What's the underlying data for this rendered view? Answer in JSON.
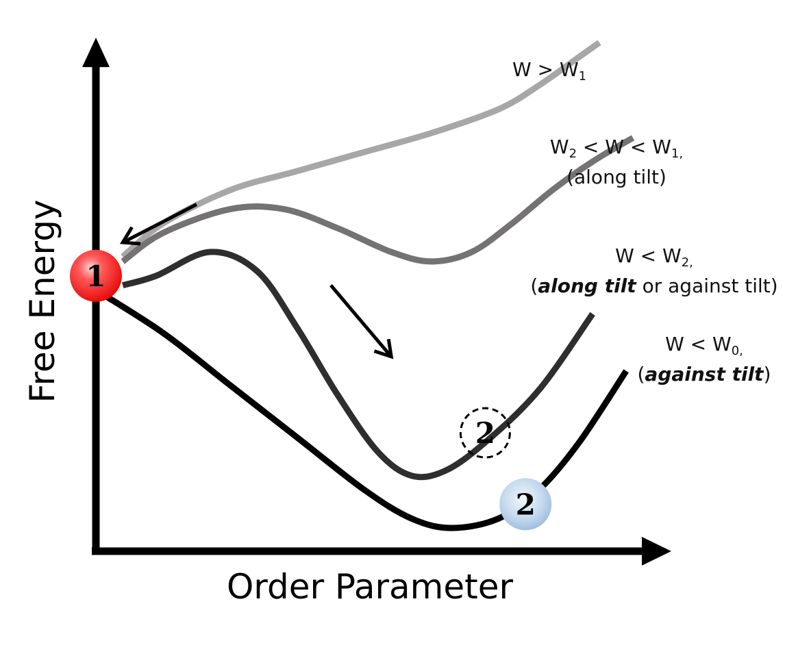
{
  "chart_data": {
    "type": "line",
    "title": "",
    "xlabel": "Order Parameter",
    "ylabel": "Free Energy",
    "xlim": [
      0,
      1
    ],
    "ylim": [
      0,
      1
    ],
    "grid": false,
    "ticks": "none",
    "series": [
      {
        "id": "w-gt-w1",
        "name": "W > W1",
        "color": "#a8a6a6",
        "x": [
          0.04,
          0.1,
          0.2,
          0.3,
          0.4,
          0.5,
          0.6,
          0.66,
          0.72,
          0.75
        ],
        "y": [
          0.59,
          0.66,
          0.73,
          0.77,
          0.81,
          0.85,
          0.9,
          0.95,
          1.01,
          1.04
        ]
      },
      {
        "id": "w2-lt-w-lt-w1",
        "name": "W2 < W < W1 (along tilt)",
        "color": "#757272",
        "x": [
          0.04,
          0.1,
          0.2,
          0.28,
          0.36,
          0.44,
          0.5,
          0.56,
          0.62,
          0.68,
          0.74,
          0.8
        ],
        "y": [
          0.58,
          0.64,
          0.69,
          0.69,
          0.65,
          0.6,
          0.58,
          0.6,
          0.66,
          0.73,
          0.79,
          0.84
        ]
      },
      {
        "id": "w-lt-w2",
        "name": "W < W2 (along tilt or against tilt)",
        "color": "#2e2e2e",
        "x": [
          0.04,
          0.09,
          0.17,
          0.24,
          0.3,
          0.36,
          0.42,
          0.47,
          0.52,
          0.58,
          0.66,
          0.74
        ],
        "y": [
          0.53,
          0.55,
          0.6,
          0.56,
          0.44,
          0.3,
          0.18,
          0.13,
          0.14,
          0.2,
          0.31,
          0.47
        ]
      },
      {
        "id": "w-lt-w0",
        "name": "W < W0 (against tilt)",
        "color": "#000000",
        "x": [
          0.0,
          0.1,
          0.2,
          0.3,
          0.4,
          0.47,
          0.53,
          0.6,
          0.66,
          0.72,
          0.79
        ],
        "y": [
          0.52,
          0.43,
          0.32,
          0.21,
          0.1,
          0.04,
          0.02,
          0.04,
          0.1,
          0.2,
          0.35
        ]
      }
    ],
    "annotations": [
      {
        "id": "label-w-gt-w1",
        "series": "w-gt-w1",
        "lines": [
          [
            "W > W",
            {
              "sub": "1"
            }
          ]
        ]
      },
      {
        "id": "label-w2-w-w1",
        "series": "w2-lt-w-lt-w1",
        "lines": [
          [
            "W",
            {
              "sub": "2"
            },
            " < W < W",
            {
              "sub": "1,"
            }
          ],
          [
            "(along tilt)"
          ]
        ]
      },
      {
        "id": "label-w-lt-w2",
        "series": "w-lt-w2",
        "lines": [
          [
            "W < W",
            {
              "sub": "2,"
            }
          ],
          [
            "(",
            {
              "bi": "along tilt"
            },
            " or against tilt)"
          ]
        ]
      },
      {
        "id": "label-w-lt-w0",
        "series": "w-lt-w0",
        "lines": [
          [
            "W < W",
            {
              "sub": "0,"
            }
          ],
          [
            "(",
            {
              "bi": "against tilt"
            },
            ")"
          ]
        ]
      }
    ],
    "markers": [
      {
        "id": "state-1",
        "label": "1",
        "style": "red-sphere",
        "x": 0.0,
        "y": 0.55
      },
      {
        "id": "state-2-metastable",
        "label": "2",
        "style": "dashed-circle",
        "x": 0.58,
        "y": 0.22
      },
      {
        "id": "state-2-stable",
        "label": "2",
        "style": "blue-sphere",
        "x": 0.64,
        "y": 0.07
      }
    ],
    "arrows": [
      {
        "id": "arrow-toward-state-1",
        "meaning": "relaxation back to state 1",
        "from": [
          0.15,
          0.7
        ],
        "to": [
          0.04,
          0.62
        ]
      },
      {
        "id": "arrow-toward-state-2",
        "meaning": "transition down to state 2",
        "from": [
          0.35,
          0.53
        ],
        "to": [
          0.44,
          0.38
        ]
      }
    ]
  },
  "colors": {
    "axis": "#000000",
    "state1_fill": "#ff2a2a",
    "state2_fill": "#b7cfe9"
  }
}
